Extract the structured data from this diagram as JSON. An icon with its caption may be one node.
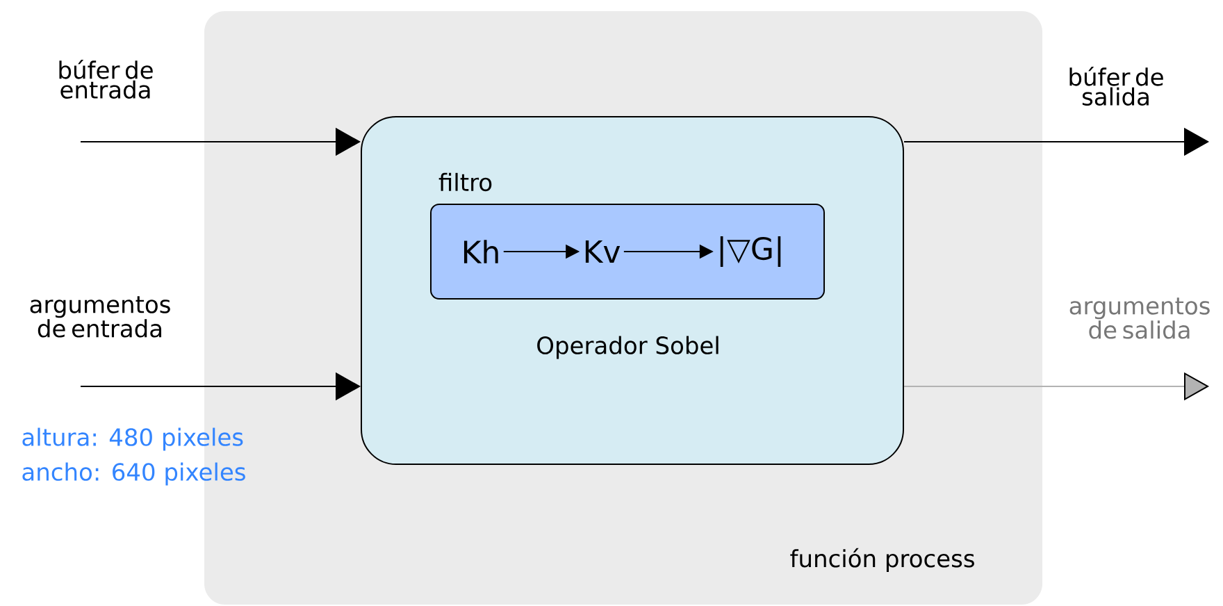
{
  "diagram": {
    "nodes": [
      {
        "text": [
          "función process"
        ]
      },
      {
        "text": [
          "Operador Sobel"
        ],
        "in": 0
      },
      {
        "text": [
          "filtro"
        ],
        "in": 1
      },
      {
        "text": [
          "Kh"
        ],
        "in": 2
      },
      {
        "text": [
          "Kv"
        ],
        "in": 2
      },
      {
        "text": [
          "|▽G|"
        ],
        "in": 2
      }
    ],
    "edges": [
      {
        "from": null,
        "to": 1,
        "arrow": "to",
        "label": "búfer de entrada"
      },
      {
        "from": null,
        "to": 1,
        "arrow": "to",
        "label": "argumentos de entrada"
      },
      {
        "from": 1,
        "to": null,
        "arrow": "to",
        "label": "búfer de salida"
      },
      {
        "from": 1,
        "to": null,
        "arrow": "to",
        "label": "argumentos de salida",
        "color": "#b3b3b3"
      },
      {
        "from": 3,
        "to": 4,
        "arrow": "to"
      },
      {
        "from": 4,
        "to": 5,
        "arrow": "to"
      }
    ],
    "labels": [
      "altura: 480 pixeles",
      "ancho: 640 pixeles"
    ]
  }
}
